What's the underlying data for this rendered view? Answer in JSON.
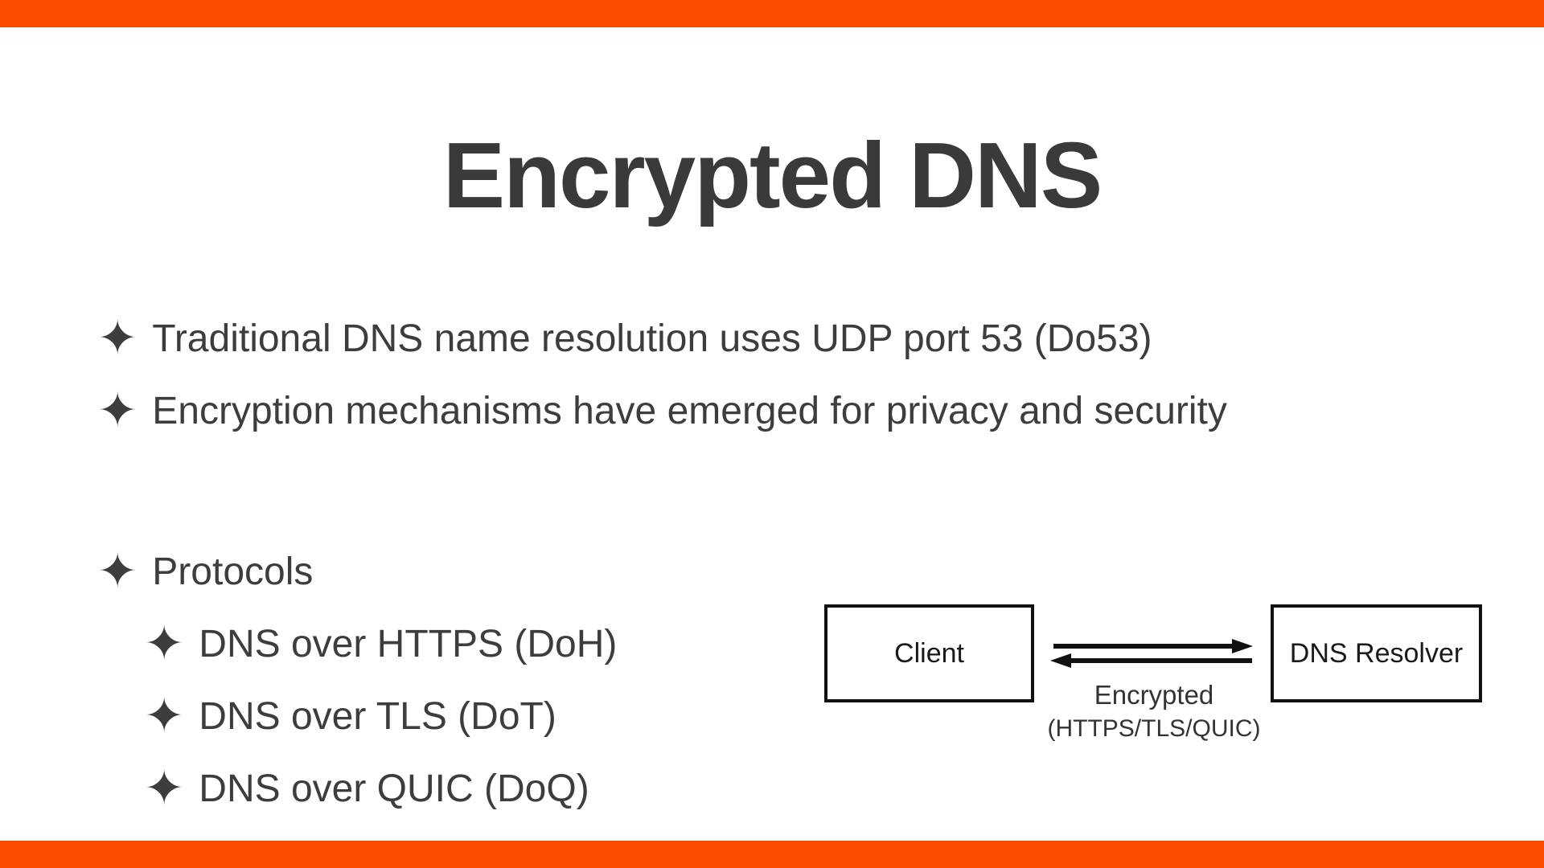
{
  "slide": {
    "title": "Encrypted DNS",
    "accent_color": "#FA4D00",
    "icons": {
      "bullet": "✦"
    },
    "bullets": [
      {
        "level": 1,
        "text": "Traditional DNS name resolution uses UDP port 53 (Do53)"
      },
      {
        "level": 1,
        "text": "Encryption mechanisms have emerged for privacy and security"
      },
      {
        "level": 1,
        "text": "Protocols"
      },
      {
        "level": 2,
        "text": "DNS over HTTPS (DoH)"
      },
      {
        "level": 2,
        "text": "DNS over TLS (DoT)"
      },
      {
        "level": 2,
        "text": "DNS over QUIC (DoQ)"
      }
    ],
    "diagram": {
      "client_label": "Client",
      "resolver_label": "DNS Resolver",
      "arrow_label_line1": "Encrypted",
      "arrow_label_line2": "(HTTPS/TLS/QUIC)"
    }
  }
}
